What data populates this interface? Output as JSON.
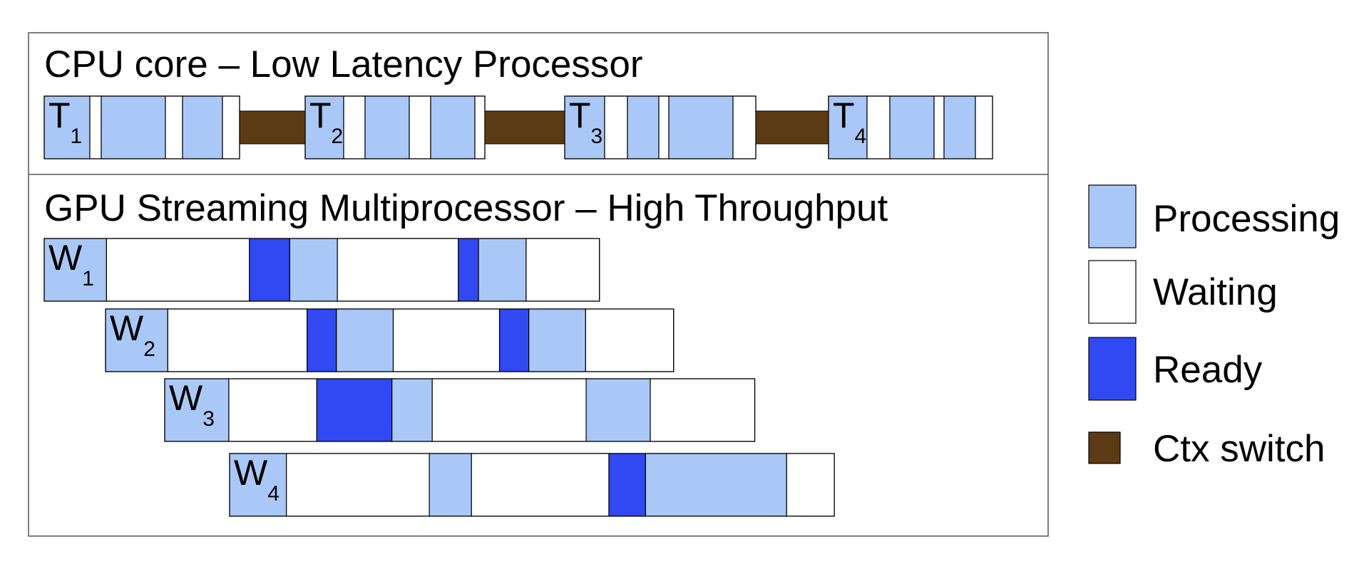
{
  "cpu": {
    "title": "CPU core – Low Latency Processor",
    "threads": [
      {
        "letter": "T",
        "sub": "1",
        "segments": [
          [
            "processing",
            0.32
          ],
          [
            "waiting",
            0.08
          ],
          [
            "processing",
            0.45
          ],
          [
            "waiting",
            0.12
          ],
          [
            "processing",
            0.28
          ],
          [
            "waiting",
            0.12
          ]
        ]
      },
      {
        "letter": "T",
        "sub": "2",
        "segments": [
          [
            "processing",
            0.27
          ],
          [
            "waiting",
            0.15
          ],
          [
            "processing",
            0.31
          ],
          [
            "waiting",
            0.15
          ],
          [
            "processing",
            0.31
          ],
          [
            "waiting",
            0.07
          ]
        ]
      },
      {
        "letter": "T",
        "sub": "3",
        "segments": [
          [
            "processing",
            0.28
          ],
          [
            "waiting",
            0.16
          ],
          [
            "processing",
            0.22
          ],
          [
            "waiting",
            0.07
          ],
          [
            "processing",
            0.45
          ],
          [
            "waiting",
            0.16
          ]
        ]
      },
      {
        "letter": "T",
        "sub": "4",
        "segments": [
          [
            "processing",
            0.27
          ],
          [
            "waiting",
            0.16
          ],
          [
            "processing",
            0.31
          ],
          [
            "waiting",
            0.07
          ],
          [
            "processing",
            0.22
          ],
          [
            "waiting",
            0.12
          ]
        ]
      }
    ]
  },
  "gpu": {
    "title": "GPU Streaming Multiprocessor – High Throughput",
    "warps": [
      {
        "letter": "W",
        "sub": "1",
        "segments": [
          [
            "processing",
            0.34
          ],
          [
            "waiting",
            0.78
          ],
          [
            "ready",
            0.22
          ],
          [
            "processing",
            0.26
          ],
          [
            "waiting",
            0.66
          ],
          [
            "ready",
            0.11
          ],
          [
            "processing",
            0.26
          ],
          [
            "waiting",
            0.4
          ]
        ]
      },
      {
        "letter": "W",
        "sub": "2",
        "segments": [
          [
            "processing",
            0.34
          ],
          [
            "waiting",
            0.76
          ],
          [
            "ready",
            0.16
          ],
          [
            "processing",
            0.31
          ],
          [
            "waiting",
            0.58
          ],
          [
            "ready",
            0.16
          ],
          [
            "processing",
            0.31
          ],
          [
            "waiting",
            0.48
          ]
        ]
      },
      {
        "letter": "W",
        "sub": "3",
        "segments": [
          [
            "processing",
            0.35
          ],
          [
            "waiting",
            0.48
          ],
          [
            "ready",
            0.41
          ],
          [
            "processing",
            0.22
          ],
          [
            "waiting",
            0.84
          ],
          [
            "processing",
            0.35
          ],
          [
            "waiting",
            0.57
          ]
        ]
      },
      {
        "letter": "W",
        "sub": "4",
        "segments": [
          [
            "processing",
            0.31
          ],
          [
            "waiting",
            0.78
          ],
          [
            "processing",
            0.23
          ],
          [
            "waiting",
            0.75
          ],
          [
            "ready",
            0.2
          ],
          [
            "processing",
            0.77
          ],
          [
            "waiting",
            0.26
          ]
        ]
      }
    ]
  },
  "legend": {
    "items": [
      {
        "key": "processing",
        "label": "Processing"
      },
      {
        "key": "waiting",
        "label": "Waiting"
      },
      {
        "key": "ready",
        "label": "Ready"
      },
      {
        "key": "ctx_switch",
        "label": "Ctx switch"
      }
    ]
  },
  "colors": {
    "processing": "#a9c8f7",
    "waiting": "#ffffff",
    "ready": "#3049f3",
    "ctx_switch": "#5c3a14",
    "outline": "#000000",
    "frame": "#555555"
  }
}
